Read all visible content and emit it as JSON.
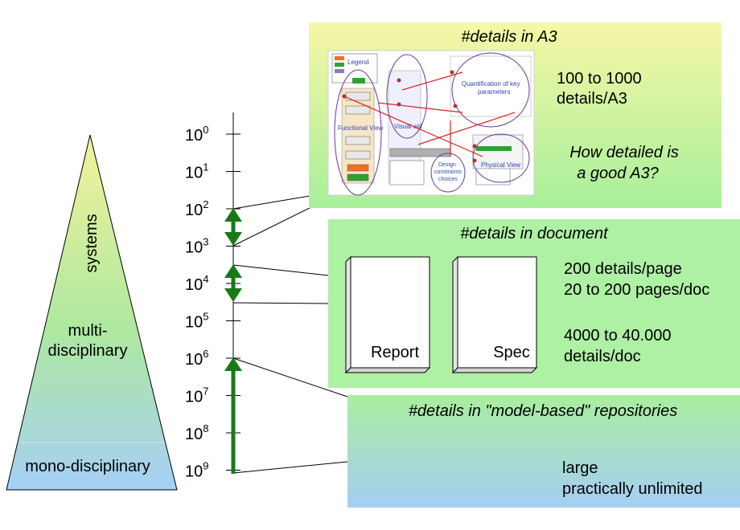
{
  "pyramid": {
    "bands": [
      "systems",
      "multi-",
      "disciplinary",
      "mono-disciplinary"
    ],
    "colors": {
      "top": "#f2f29a",
      "middle": "#aee8a0",
      "bottom": "#a6cff6"
    }
  },
  "scale": {
    "ticks": [
      {
        "base": "10",
        "exp": "0"
      },
      {
        "base": "10",
        "exp": "1"
      },
      {
        "base": "10",
        "exp": "2"
      },
      {
        "base": "10",
        "exp": "3"
      },
      {
        "base": "10",
        "exp": "4"
      },
      {
        "base": "10",
        "exp": "5"
      },
      {
        "base": "10",
        "exp": "6"
      },
      {
        "base": "10",
        "exp": "7"
      },
      {
        "base": "10",
        "exp": "8"
      },
      {
        "base": "10",
        "exp": "9"
      }
    ],
    "arrow_color": "#177a17"
  },
  "panels": {
    "a3": {
      "title": "#details in A3",
      "line1": "100 to 1000",
      "line2": "details/A3",
      "q1": "How detailed is",
      "q2": "a good A3?",
      "thumb": {
        "legend": "Legend",
        "functional": "Functional View",
        "visual": "Visual aid",
        "quant1": "Quantification of key",
        "quant2": "parameters",
        "design1": "Design",
        "design2": "constraints",
        "design3": "choices",
        "physical": "Physical View"
      }
    },
    "doc": {
      "title": "#details in document",
      "report": "Report",
      "spec": "Spec",
      "l1": "200 details/page",
      "l2": "20 to 200 pages/doc",
      "l3": "4000 to 40.000",
      "l4": "details/doc"
    },
    "repo": {
      "title": "#details in \"model-based\" repositories",
      "l1": "large",
      "l2": "practically unlimited"
    }
  }
}
